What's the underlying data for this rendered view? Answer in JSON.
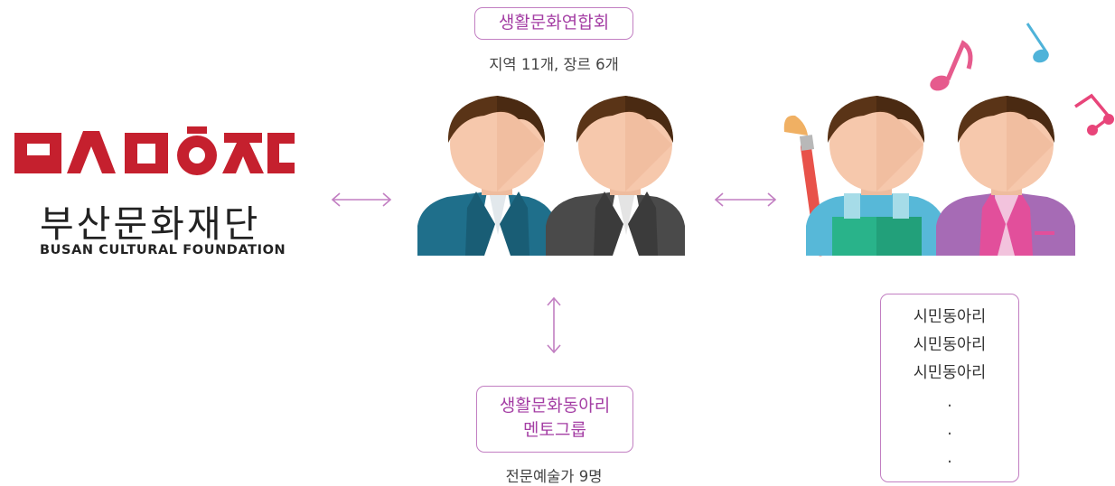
{
  "logo": {
    "name_ko": "부산문화재단",
    "name_en": "BUSAN CULTURAL FOUNDATION",
    "color": "#c5202e"
  },
  "association": {
    "title": "생활문화연합회",
    "subtitle": "지역 11개, 장르 6개"
  },
  "mentor_group": {
    "title_line1": "생활문화동아리",
    "title_line2": "멘토그룹",
    "subtitle": "전문예술가 9명"
  },
  "clubs": {
    "items": [
      "시민동아리",
      "시민동아리",
      "시민동아리"
    ],
    "continuation": [
      ".",
      ".",
      "."
    ]
  },
  "colors": {
    "accent": "#c27fc2",
    "text_accent": "#a43ea4",
    "hair": "#5a3417",
    "skin": "#f6c8ac",
    "suit_teal": "#1f6f8b",
    "suit_gray": "#4a4a4a",
    "apron_green": "#29b38a",
    "suit_purple": "#a66bb5",
    "note_pink": "#e65b8d",
    "note_blue": "#4fb3d9"
  }
}
